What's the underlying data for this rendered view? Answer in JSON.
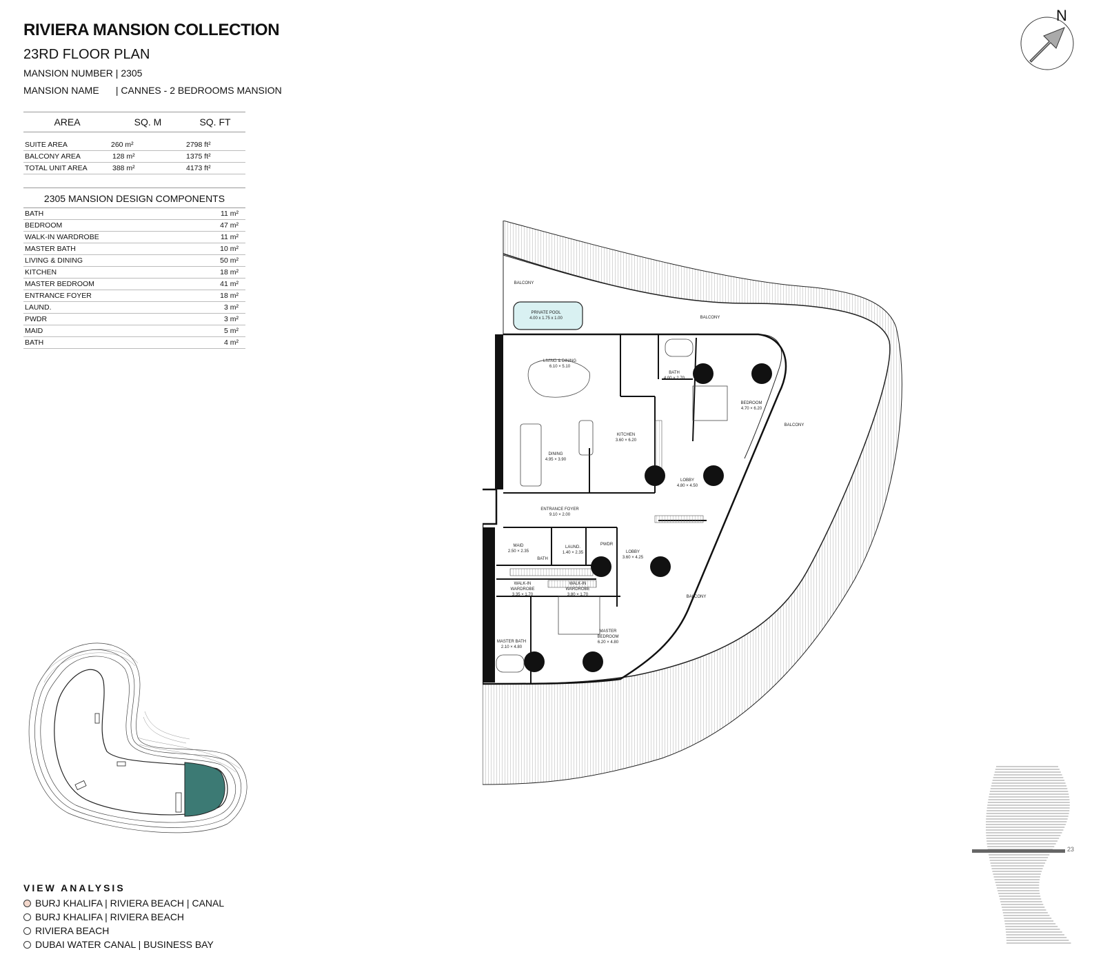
{
  "header": {
    "title": "RIVIERA MANSION COLLECTION",
    "subtitle": "23RD FLOOR PLAN",
    "mansion_number_label": "MANSION NUMBER",
    "mansion_number": "| 2305",
    "mansion_name_label": "MANSION NAME",
    "mansion_name": "| CANNES - 2 BEDROOMS MANSION"
  },
  "area_table": {
    "headers": [
      "AREA",
      "SQ. M",
      "SQ. FT"
    ],
    "rows": [
      [
        "SUITE AREA",
        "260 m²",
        "2798 ft²"
      ],
      [
        "BALCONY AREA",
        "128 m²",
        "1375 ft²"
      ],
      [
        "TOTAL UNIT AREA",
        "388 m²",
        "4173 ft²"
      ]
    ]
  },
  "components": {
    "title": "2305 MANSION DESIGN COMPONENTS",
    "items": [
      {
        "name": "BATH",
        "area": "11 m²"
      },
      {
        "name": "BEDROOM",
        "area": "47 m²"
      },
      {
        "name": "WALK-IN WARDROBE",
        "area": "11 m²"
      },
      {
        "name": "MASTER BATH",
        "area": "10 m²"
      },
      {
        "name": "LIVING & DINING",
        "area": "50 m²"
      },
      {
        "name": "KITCHEN",
        "area": "18 m²"
      },
      {
        "name": "MASTER BEDROOM",
        "area": "41 m²"
      },
      {
        "name": "ENTRANCE FOYER",
        "area": "18 m²"
      },
      {
        "name": "LAUND.",
        "area": "3 m²"
      },
      {
        "name": "PWDR",
        "area": "3 m²"
      },
      {
        "name": "MAID",
        "area": "5 m²"
      },
      {
        "name": "BATH",
        "area": "4 m²"
      }
    ]
  },
  "view_analysis": {
    "title": "VIEW ANALYSIS",
    "items": [
      {
        "label": "BURJ KHALIFA | RIVIERA BEACH | CANAL",
        "active": true
      },
      {
        "label": "BURJ KHALIFA | RIVIERA BEACH",
        "active": false
      },
      {
        "label": "RIVIERA BEACH",
        "active": false
      },
      {
        "label": "DUBAI WATER CANAL | BUSINESS BAY",
        "active": false
      }
    ]
  },
  "compass": {
    "north_label": "N"
  },
  "floor_indicator": {
    "floor": "23"
  },
  "plan": {
    "balcony": "BALCONY",
    "private_pool": "PRIVATE POOL",
    "private_pool_dim": "4.00 x 1.75 x 1.00",
    "living_dining": "LIVING & DINING",
    "living_dining_dim": "6.10 × 5.10",
    "bath1": "BATH",
    "bath1_dim": "4.00 × 2.70",
    "bedroom": "BEDROOM",
    "bedroom_dim": "4.70 × 6.20",
    "kitchen": "KITCHEN",
    "kitchen_dim": "3.60 × 6.20",
    "dining": "DINING",
    "dining_dim": "4.95 × 3.90",
    "lobby1": "LOBBY",
    "lobby1_dim": "4.80 × 4.50",
    "entrance": "ENTRANCE FOYER",
    "entrance_dim": "9.10 × 2.00",
    "maid": "MAID",
    "maid_dim": "2.50 × 2.35",
    "bath2": "BATH",
    "laund": "LAUND.",
    "laund_dim": "1.40 × 2.35",
    "pwdr": "PWDR",
    "lobby2": "LOBBY",
    "lobby2_dim": "3.60 × 4.25",
    "wardrobe": "WALK-IN",
    "wardrobe2": "WARDROBE",
    "wardrobe_dim1": "3.35 × 1.70",
    "wardrobe_dim2": "3.80 × 1.70",
    "master_bath": "MASTER BATH",
    "master_bath_dim": "2.10 × 4.80",
    "master": "MASTER",
    "master_bedroom": "BEDROOM",
    "master_bedroom_dim": "6.20 × 4.80"
  }
}
